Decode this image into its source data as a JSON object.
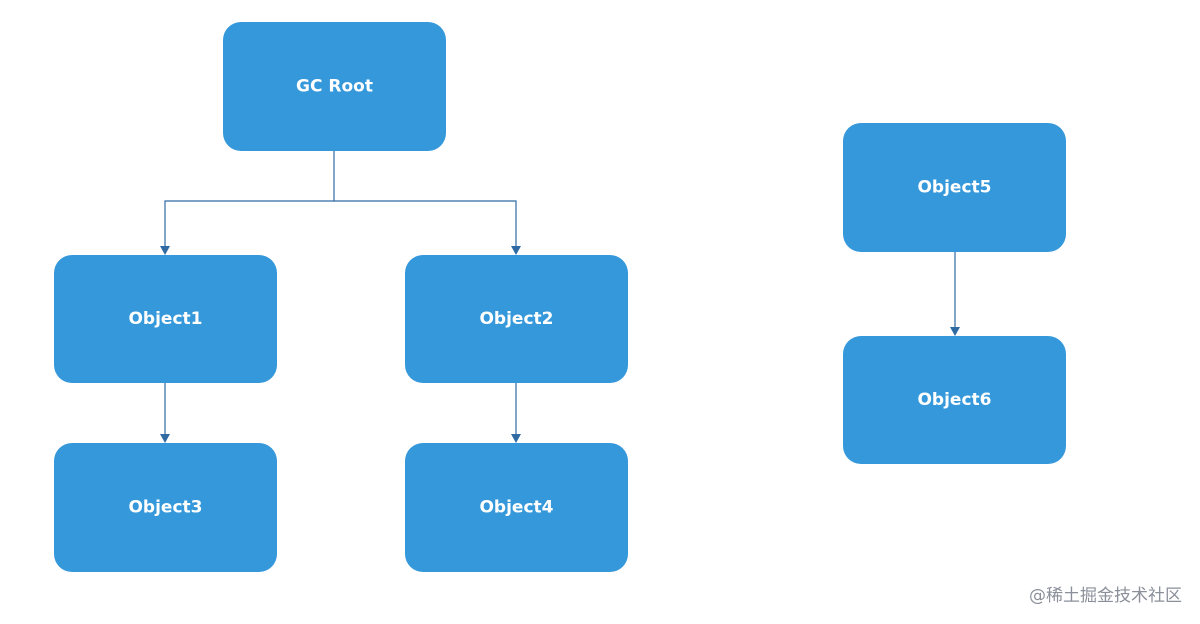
{
  "nodes": {
    "gc_root": {
      "label": "GC Root"
    },
    "object1": {
      "label": "Object1"
    },
    "object2": {
      "label": "Object2"
    },
    "object3": {
      "label": "Object3"
    },
    "object4": {
      "label": "Object4"
    },
    "object5": {
      "label": "Object5"
    },
    "object6": {
      "label": "Object6"
    }
  },
  "edges": [
    {
      "from": "gc_root",
      "to": "object1"
    },
    {
      "from": "gc_root",
      "to": "object2"
    },
    {
      "from": "object1",
      "to": "object3"
    },
    {
      "from": "object2",
      "to": "object4"
    },
    {
      "from": "object5",
      "to": "object6"
    }
  ],
  "watermark": "@稀土掘金技术社区",
  "colors": {
    "node_fill": "#3498db",
    "edge": "#2f6aa3",
    "watermark": "#8a8f99"
  }
}
